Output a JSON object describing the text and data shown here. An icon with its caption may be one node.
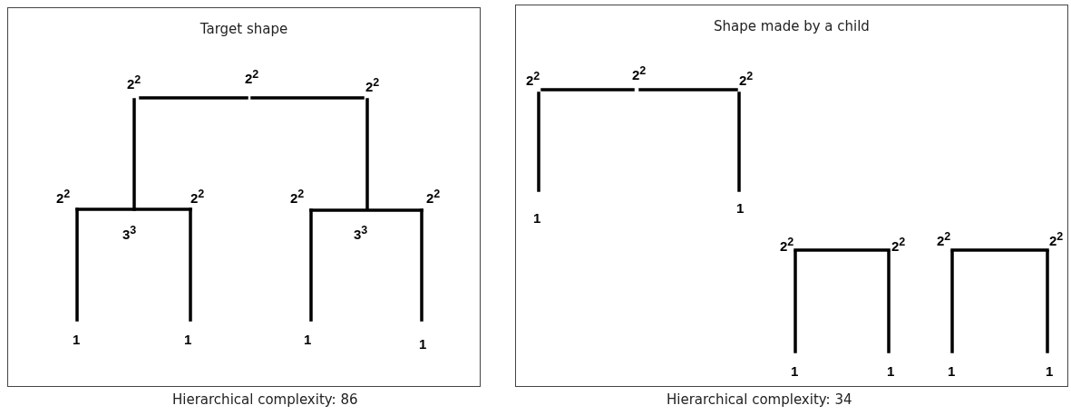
{
  "diagram": {
    "nodes": [
      {
        "text": [
          "Target shape"
        ],
        "beside": [
          "Hierarchical complexity: 86"
        ]
      },
      {
        "text": [
          "Shape made by a child"
        ],
        "beside": [
          "Hierarchical complexity: 34"
        ]
      }
    ],
    "labels": [
      "2$^{2}$",
      "2$^{2}$",
      "2$^{2}$",
      "2$^{2}$",
      "2$^{2}$",
      "2$^{2}$",
      "2$^{2}$",
      "3$^{3}$",
      "3$^{3}$",
      "1",
      "1",
      "1",
      "1",
      "2$^{2}$",
      "2$^{2}$",
      "2$^{2}$",
      "1",
      "1",
      "2$^{2}$",
      "2$^{2}$",
      "2$^{2}$",
      "2$^{2}$",
      "1",
      "1",
      "1",
      "1"
    ]
  }
}
